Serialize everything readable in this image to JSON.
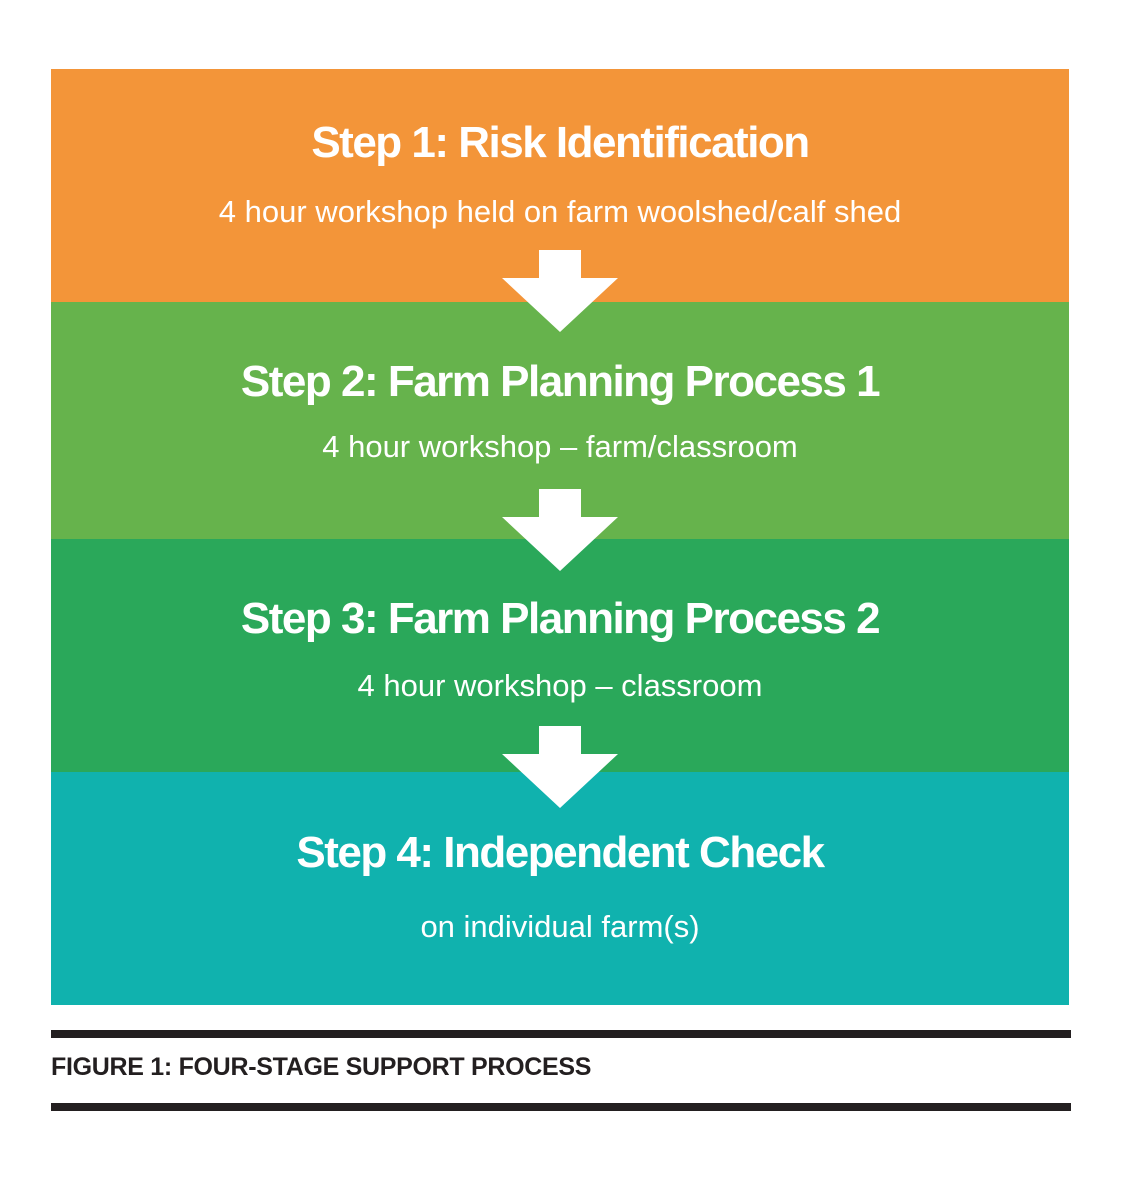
{
  "steps": [
    {
      "title": "Step 1: Risk Identification",
      "subtitle": "4 hour workshop held on farm woolshed/calf shed",
      "color": "#f39539"
    },
    {
      "title": "Step 2: Farm Planning Process 1",
      "subtitle": "4 hour workshop – farm/classroom",
      "color": "#66b34c"
    },
    {
      "title": "Step 3: Farm Planning Process 2",
      "subtitle": "4 hour workshop – classroom",
      "color": "#2aa85a"
    },
    {
      "title": "Step 4: Independent Check",
      "subtitle": "on individual farm(s)",
      "color": "#10b2ae"
    }
  ],
  "arrows": [
    "down-arrow-icon",
    "down-arrow-icon",
    "down-arrow-icon"
  ],
  "caption": "FIGURE 1: FOUR-STAGE SUPPORT PROCESS",
  "colors": {
    "text": "#ffffff",
    "rule": "#231f20",
    "arrow": "#ffffff"
  }
}
